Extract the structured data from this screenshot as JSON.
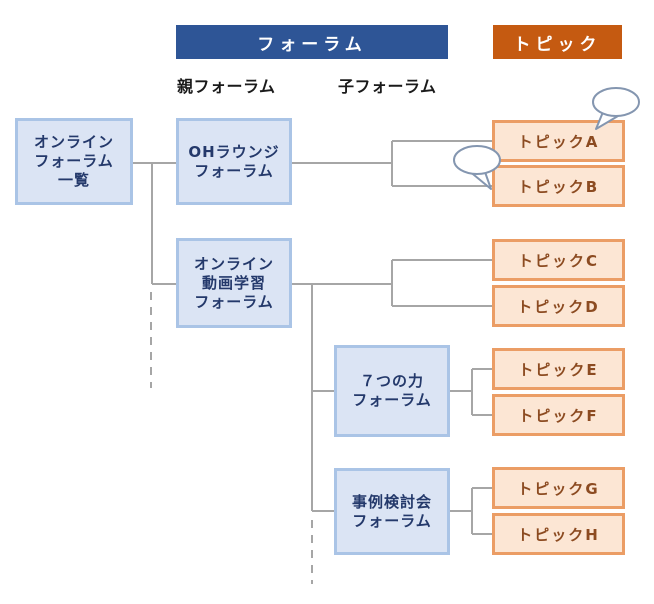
{
  "diagram": {
    "headers": {
      "forum": "フォーラム",
      "topic": "トピック"
    },
    "column_labels": {
      "parent": "親フォーラム",
      "child": "子フォーラム"
    },
    "root": {
      "lines": [
        "オンライン",
        "フォーラム",
        "一覧"
      ]
    },
    "parents": [
      {
        "lines": [
          "OHラウンジ",
          "フォーラム",
          ""
        ]
      },
      {
        "lines": [
          "オンライン",
          "動画学習",
          "フォーラム"
        ]
      }
    ],
    "children": [
      {
        "lines": [
          "７つの力",
          "フォーラム"
        ]
      },
      {
        "lines": [
          "事例検討会",
          "フォーラム"
        ]
      }
    ],
    "topics": [
      {
        "label": "トピックA"
      },
      {
        "label": "トピックB"
      },
      {
        "label": "トピックC"
      },
      {
        "label": "トピックD"
      },
      {
        "label": "トピックE"
      },
      {
        "label": "トピックF"
      },
      {
        "label": "トピックG"
      },
      {
        "label": "トピックH"
      }
    ],
    "icons": [
      "speech-bubble-icon",
      "speech-bubble-icon"
    ],
    "colors": {
      "forum_header_bg": "#2e5596",
      "topic_header_bg": "#c55a11",
      "forum_node_fill": "#dbe4f4",
      "forum_node_border": "#aac4e6",
      "forum_node_text": "#24396b",
      "topic_node_fill": "#fce6d4",
      "topic_node_border": "#eb9d65",
      "topic_node_text": "#8c4b21",
      "connector_line": "#a6a6a6",
      "bubble_outline": "#8496b0"
    }
  }
}
